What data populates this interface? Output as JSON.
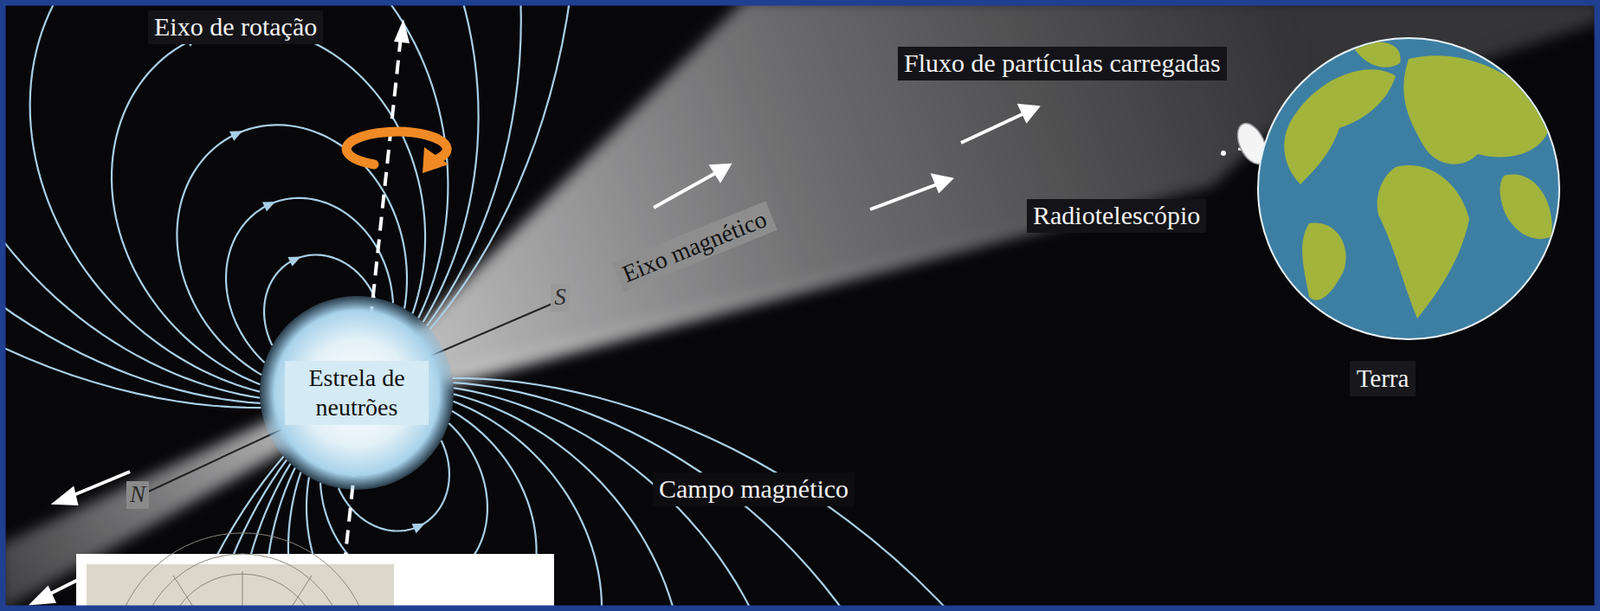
{
  "diagram": {
    "nodes": [
      {
        "text": [
          "Estrela de neutrões"
        ]
      },
      {
        "text": [
          "Terra"
        ]
      }
    ],
    "labels": [
      "Eixo de rotação",
      "Fluxo de partículas carregadas",
      "Eixo magnético",
      "S",
      "N",
      "Radiotelescópio",
      "Campo magnético"
    ]
  }
}
